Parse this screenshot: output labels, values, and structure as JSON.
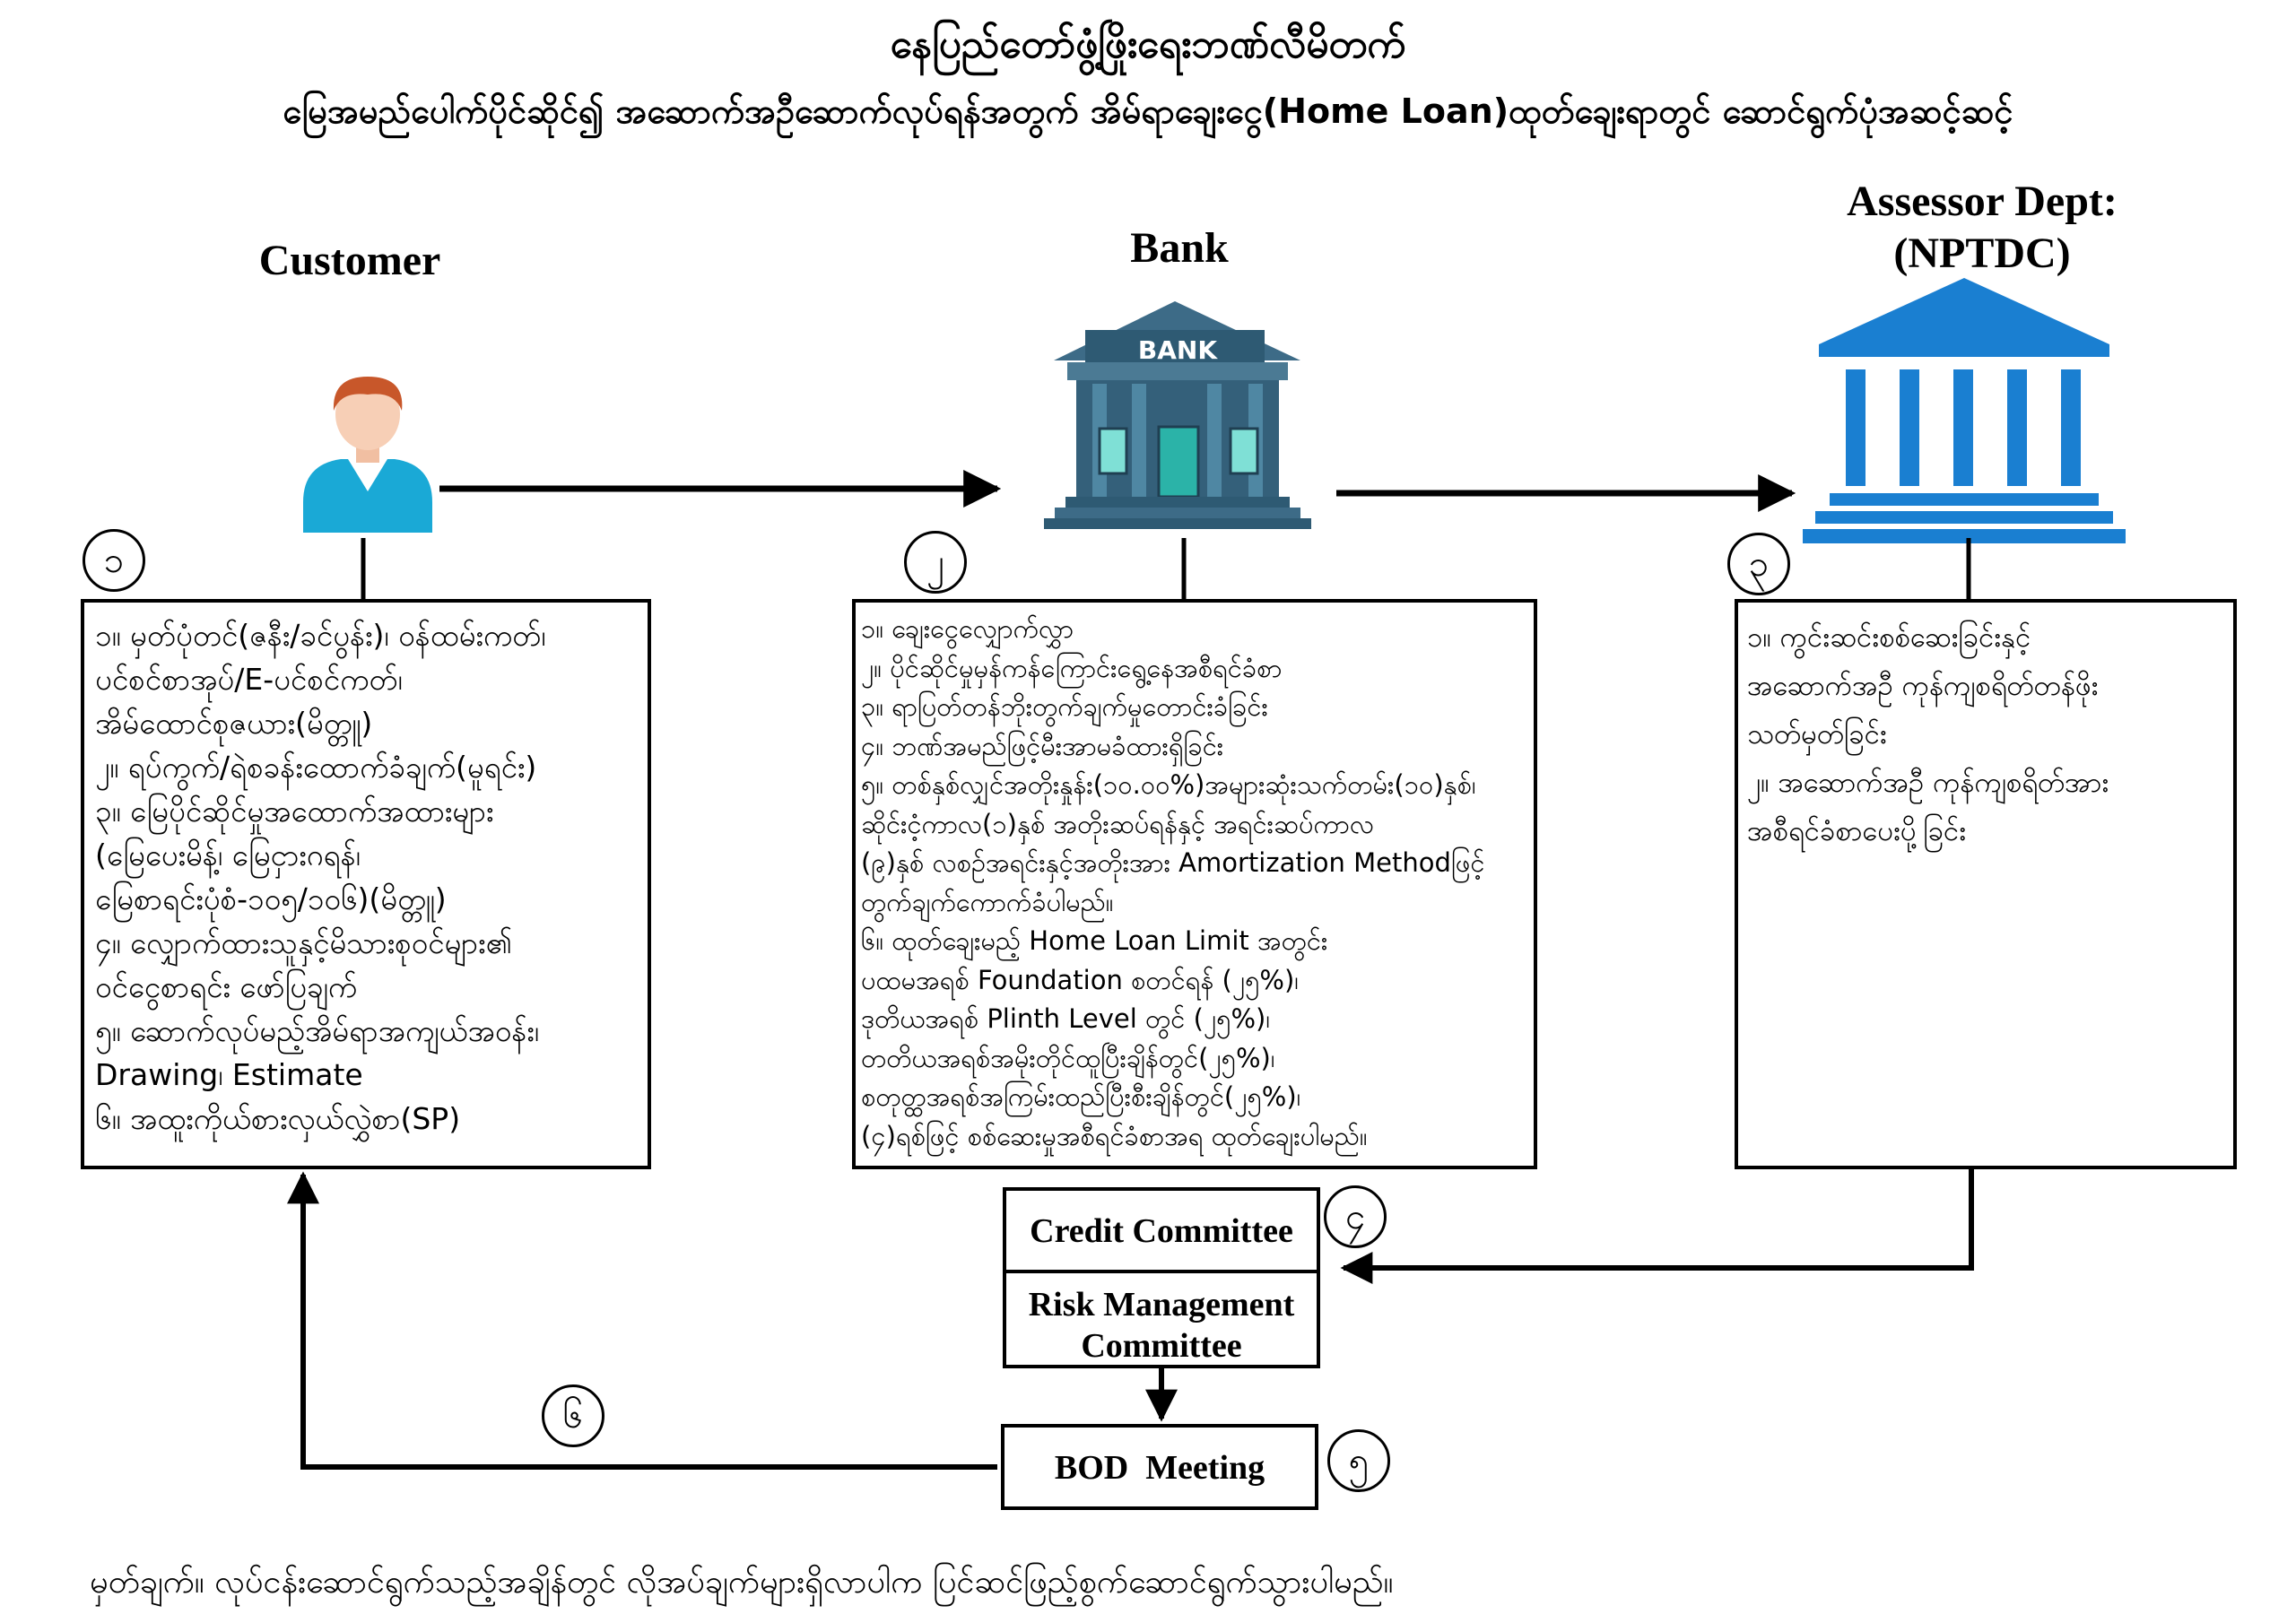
{
  "header": {
    "title": "နေပြည်တော်ဖွံ့ဖြိုးရေးဘဏ်လီမိတက်",
    "subtitle": "မြေအမည်ပေါက်ပိုင်ဆိုင်၍ အဆောက်အဦဆောက်လုပ်ရန်အတွက် အိမ်ရာချေးငွေ(Home Loan)ထုတ်ချေးရာတွင် ဆောင်ရွက်ပုံအဆင့်ဆင့်"
  },
  "actors": {
    "customer": "Customer",
    "bank": "Bank",
    "bank_sign": "BANK",
    "assessor_line1": "Assessor Dept:",
    "assessor_line2": "(NPTDC)"
  },
  "steps": {
    "s1": "၁",
    "s2": "၂",
    "s3": "၃",
    "s4": "၄",
    "s5": "၅",
    "s6": "၆"
  },
  "customer_box": {
    "items": [
      "၁။ မှတ်ပုံတင်(ဇနီး/ခင်ပွန်း)၊ ဝန်ထမ်းကတ်၊\n    ပင်စင်စာအုပ်/E-ပင်စင်ကတ်၊\n    အိမ်ထောင်စုဇယား(မိတ္တူ)",
      "၂။ ရပ်ကွက်/ရဲစခန်းထောက်ခံချက်(မူရင်း)",
      "၃။ မြေပိုင်ဆိုင်မှုအထောက်အထားများ\n    (မြေပေးမိန့်၊ မြေငှားဂရန်၊\n    မြေစာရင်းပုံစံ-၁၀၅/၁၀၆)(မိတ္တူ)",
      "၄။ လျှောက်ထားသူနှင့်မိသားစုဝင်များ၏\n    ဝင်ငွေစာရင်း ဖော်ပြချက်",
      "၅။ ဆောက်လုပ်မည့်အိမ်ရာအကျယ်အဝန်း၊\n    Drawing၊ Estimate",
      "၆။ အထူးကိုယ်စားလှယ်လွှဲစာ(SP)"
    ]
  },
  "bank_box": {
    "items": [
      "၁။ ချေးငွေလျှောက်လွှာ",
      "၂။ ပိုင်ဆိုင်မှုမှန်ကန်ကြောင်းရွေ့နေအစီရင်ခံစာ",
      "၃။ ရာပြတ်တန်ဘိုးတွက်ချက်မှုတောင်းခံခြင်း",
      "၄။ ဘဏ်အမည်ဖြင့်မီးအာမခံထားရှိခြင်း",
      "၅။ တစ်နှစ်လျှင်အတိုးနှုန်း(၁၀.၀၀%)အများဆုံးသက်တမ်း(၁၀)နှစ်၊\n    ဆိုင်းငံ့ကာလ(၁)နှစ် အတိုးဆပ်ရန်နှင့် အရင်းဆပ်ကာလ\n    (၉)နှစ် လစဉ်အရင်းနှင့်အတိုးအား Amortization Methodဖြင့်\n    တွက်ချက်ကောက်ခံပါမည်။",
      "၆။ ထုတ်ချေးမည့် Home Loan Limit အတွင်း\n    ပထမအရစ် Foundation စတင်ရန် (၂၅%)၊\n    ဒုတိယအရစ် Plinth Level တွင် (၂၅%)၊\n    တတိယအရစ်အမိုးတိုင်ထူပြီးချိန်တွင်(၂၅%)၊\n    စတုတ္ထအရစ်အကြမ်းထည်ပြီးစီးချိန်တွင်(၂၅%)၊\n   (၄)ရစ်ဖြင့် စစ်ဆေးမှုအစီရင်ခံစာအရ ထုတ်ချေးပါမည်။"
    ]
  },
  "nptdc_box": {
    "items": [
      "၁။ ကွင်းဆင်းစစ်ဆေးခြင်းနှင့်\n     အဆောက်အဦ ကုန်ကျစရိတ်တန်ဖိုး\n     သတ်မှတ်ခြင်း",
      "၂။ အဆောက်အဦ ကုန်ကျစရိတ်အား\n     အစီရင်ခံစာပေးပို့ခြင်း"
    ]
  },
  "committees": {
    "credit": "Credit Committee",
    "risk": "Risk Management Committee",
    "bod": "BOD  Meeting"
  },
  "note": "မှတ်ချက်။    လုပ်ငန်းဆောင်ရွက်သည့်အချိန်တွင် လိုအပ်ချက်များရှိလာပါက ပြင်ဆင်ဖြည့်စွက်ဆောင်ရွက်သွားပါမည်။",
  "colors": {
    "bank_roof": "#3d6b87",
    "bank_body": "#34607a",
    "bank_door": "#2bb3a8",
    "nptdc_blue": "#1a7fd1",
    "customer_shirt": "#1aa9d6",
    "customer_hair": "#c8572a",
    "customer_skin": "#f7cfb6"
  }
}
